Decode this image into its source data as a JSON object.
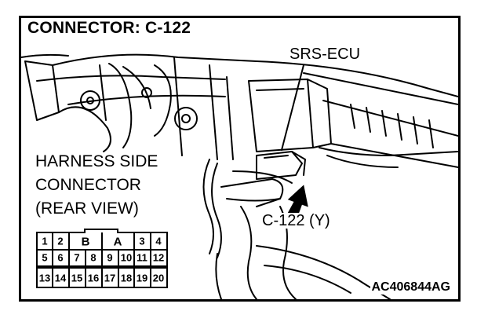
{
  "title": "CONNECTOR: C-122",
  "labels": {
    "srs_ecu": "SRS-ECU",
    "connector_id": "C-122 (Y)",
    "harness_side": [
      "HARNESS SIDE",
      "CONNECTOR",
      "(REAR VIEW)"
    ],
    "figure_code": "AC406844AG"
  },
  "connector": {
    "top_row": [
      "1",
      "2",
      "B",
      "A",
      "3",
      "4"
    ],
    "middle_row": [
      "5",
      "6",
      "7",
      "8",
      "9",
      "10",
      "11",
      "12"
    ],
    "bottom_row": [
      "13",
      "14",
      "15",
      "16",
      "17",
      "18",
      "19",
      "20"
    ]
  }
}
